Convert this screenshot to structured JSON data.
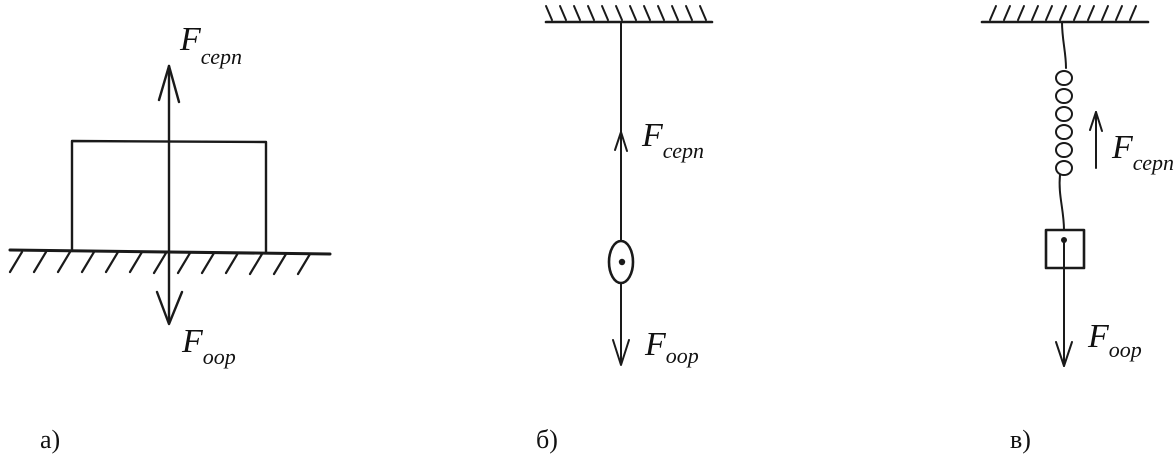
{
  "panels": [
    {
      "id": "a",
      "caption": "а)",
      "upper_force": {
        "symbol": "F",
        "subscript": "серп"
      },
      "lower_force": {
        "symbol": "F",
        "subscript": "оор"
      }
    },
    {
      "id": "b",
      "caption": "б)",
      "upper_force": {
        "symbol": "F",
        "subscript": "серп"
      },
      "lower_force": {
        "symbol": "F",
        "subscript": "оор"
      }
    },
    {
      "id": "c",
      "caption": "в)",
      "upper_force": {
        "symbol": "F",
        "subscript": "серп"
      },
      "lower_force": {
        "symbol": "F",
        "subscript": "оор"
      }
    }
  ]
}
